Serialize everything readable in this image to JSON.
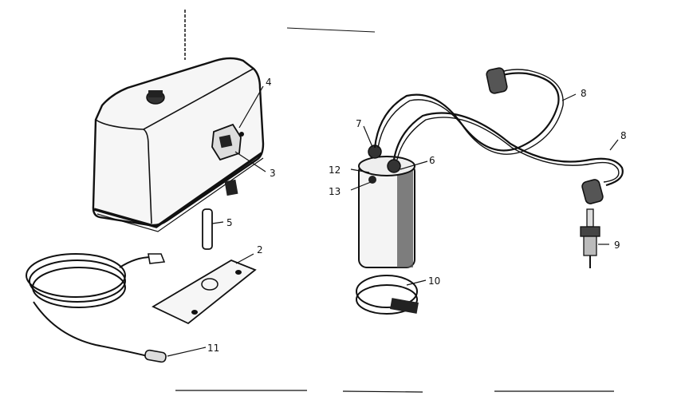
{
  "diagram": {
    "callouts": [
      {
        "id": "c2",
        "label": "2"
      },
      {
        "id": "c3",
        "label": "3"
      },
      {
        "id": "c4",
        "label": "4"
      },
      {
        "id": "c5",
        "label": "5"
      },
      {
        "id": "c6",
        "label": "6"
      },
      {
        "id": "c7",
        "label": "7"
      },
      {
        "id": "c8a",
        "label": "8"
      },
      {
        "id": "c8b",
        "label": "8"
      },
      {
        "id": "c9",
        "label": "9"
      },
      {
        "id": "c10",
        "label": "10"
      },
      {
        "id": "c11",
        "label": "11"
      },
      {
        "id": "c12",
        "label": "12"
      },
      {
        "id": "c13",
        "label": "13"
      }
    ]
  }
}
